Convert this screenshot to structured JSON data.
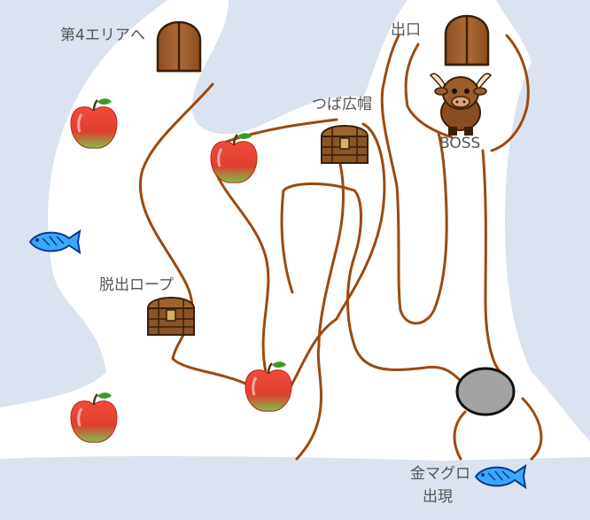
{
  "map": {
    "labels": {
      "area4": "第4エリアへ",
      "exit": "出口",
      "hat": "つば広帽",
      "boss": "BOSS",
      "rope": "脱出ロープ",
      "golden_tuna_line1": "金マグロ",
      "golden_tuna_line2": "出現"
    },
    "colors": {
      "water": "#dbe3f0",
      "path": "#9b4a10",
      "rock": "#a3a3a3",
      "door": "#9c5b2a",
      "fish": "#3aa8ff",
      "apple": "#e8392f",
      "chest": "#7a4a1e"
    },
    "icons": [
      "door-icon",
      "apple-icon",
      "treasure-chest-icon",
      "boss-bull-icon",
      "fish-icon",
      "rock-icon"
    ]
  }
}
